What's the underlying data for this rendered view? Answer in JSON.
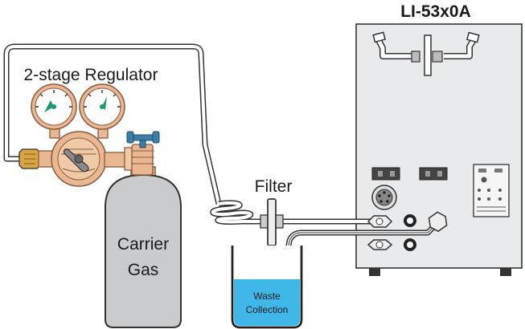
{
  "instrument": {
    "model": "LI-53x0A"
  },
  "labels": {
    "regulator": "2-stage Regulator",
    "filter": "Filter",
    "gas_line1": "Carrier",
    "gas_line2": "Gas",
    "waste_line1": "Waste",
    "waste_line2": "Collection"
  },
  "colors": {
    "brass": "#e9b791",
    "brass_dark": "#8a5a3c",
    "gauge_face": "#fdfdfd",
    "gauge_needle": "#1a9a6e",
    "valve_blue": "#3b7fa8",
    "nut_gold": "#d9a441",
    "cylinder": "#c9cbcd",
    "instrument_body": "#e9eaeb",
    "water": "#3fb8e9"
  }
}
